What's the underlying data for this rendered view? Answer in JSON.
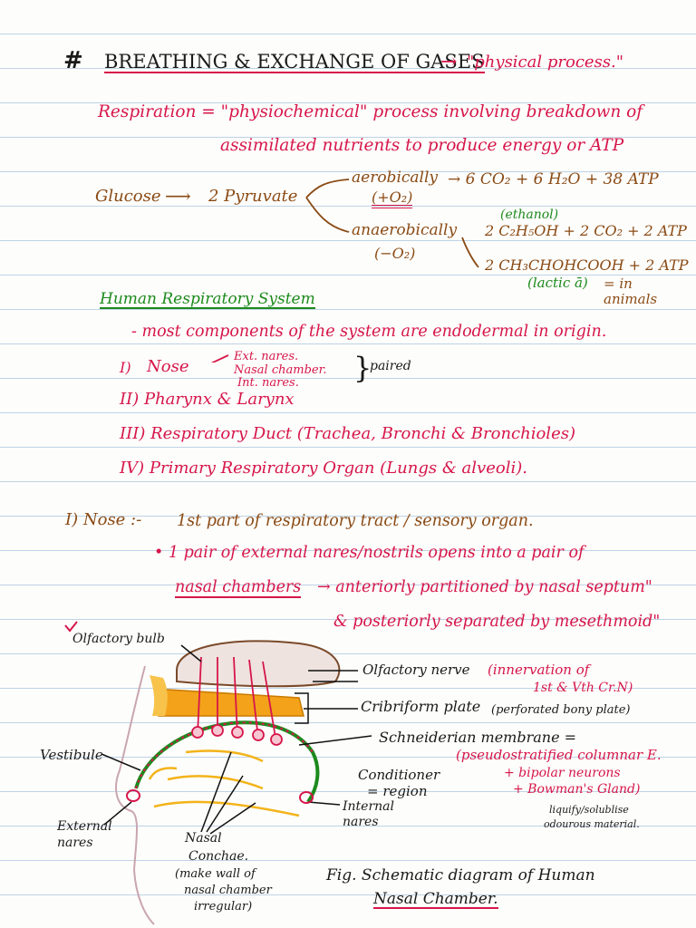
{
  "header": {
    "hash": "#",
    "title": "BREATHING & EXCHANGE OF GASES",
    "arrow": "→",
    "note": "\"physical process.\""
  },
  "respiration": {
    "line1": "Respiration = \"physiochemical\" process involving breakdown of",
    "line2": "assimilated nutrients to produce energy or ATP"
  },
  "glucose": {
    "glucose": "Glucose",
    "arrow": "⟶",
    "pyruvate": "2 Pyruvate",
    "aerobic": "aerobically",
    "aerobic_cond": "(+O₂)",
    "aerobic_product": "→ 6 CO₂ + 6 H₂O + 38 ATP",
    "ethanol_note": "(ethanol)",
    "anaerobic": "anaerobically",
    "anaerobic_cond": "(−O₂)",
    "anaerobic_product1": "2 C₂H₅OH + 2 CO₂ + 2 ATP",
    "anaerobic_product2": "2 CH₃CHOHCOOH + 2 ATP",
    "lactic_note": "(lactic ā)",
    "in_animals": "= in animals"
  },
  "hrs": {
    "title": "Human Respiratory System",
    "line1": "- most components of the system are endodermal in origin.",
    "item1_num": "I)",
    "item1": "Nose",
    "nose_parts": [
      "Ext. nares.",
      "Nasal chamber.",
      "Int. nares."
    ],
    "paired": "paired",
    "item2": "II) Pharynx & Larynx",
    "item3": "III) Respiratory Duct (Trachea, Bronchi & Bronchioles)",
    "item4": "IV) Primary Respiratory Organ (Lungs & alveoli)."
  },
  "nose": {
    "label": "I) Nose :-",
    "desc": "1st part of respiratory tract / sensory organ.",
    "b1": "• 1 pair of external nares/nostrils opens into a pair of",
    "b2a": "nasal chambers",
    "b2b": "→ anteriorly partitioned by nasal septum\"",
    "b3": "& posteriorly separated by mesethmoid\""
  },
  "diagram": {
    "olfactory_bulb": "Olfactory bulb",
    "olfactory_nerve": "Olfactory nerve",
    "innervation": "(innervation of",
    "innervation2": "1st & Vth Cr.N)",
    "cribriform": "Cribriform plate",
    "perforated": "(perforated bony plate)",
    "schneiderian": "Schneiderian membrane =",
    "pseudo": "(pseudostratified columnar E.",
    "bipolar": "+ bipolar neurons",
    "bowman": "+ Bowman's Gland)",
    "liquify1": "liquify/solublise",
    "liquify2": "odourous material.",
    "vestibule": "Vestibule",
    "conditioner1": "Conditioner",
    "conditioner2": "= region",
    "internal_nares": "Internal nares",
    "external_nares": "External nares",
    "nasal": "Nasal",
    "conchae": "Conchae.",
    "make_wall": "(make wall of",
    "nasal_chamber": "nasal chamber",
    "irregular": "irregular)",
    "fig1": "Fig. Schematic diagram of Human",
    "fig2": "Nasal Chamber."
  }
}
